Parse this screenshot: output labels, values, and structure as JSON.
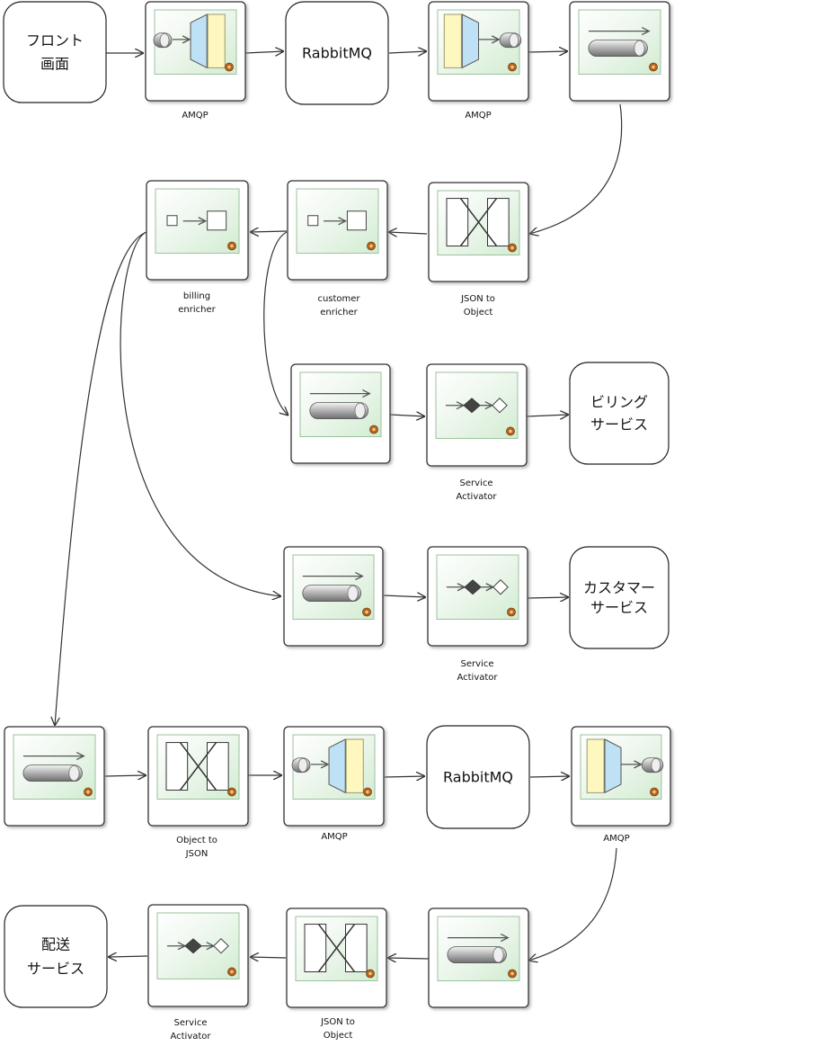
{
  "externals": {
    "front": [
      "フロント",
      "画面"
    ],
    "rabbit1": [
      "RabbitMQ"
    ],
    "billing_service": [
      "ビリング",
      "サービス"
    ],
    "customer_service": [
      "カスタマー",
      "サービス"
    ],
    "rabbit2": [
      "RabbitMQ"
    ],
    "delivery_service": [
      "配送",
      "サービス"
    ]
  },
  "labels": {
    "amqp_out_1": [
      "AMQP"
    ],
    "amqp_in_1": [
      "AMQP"
    ],
    "billing_enricher": [
      "billing",
      "enricher"
    ],
    "customer_enricher": [
      "customer",
      "enricher"
    ],
    "json_to_object_1": [
      "JSON to",
      "Object"
    ],
    "service_activator_billing": [
      "Service",
      "Activator"
    ],
    "service_activator_customer": [
      "Service",
      "Activator"
    ],
    "object_to_json": [
      "Object to",
      "JSON"
    ],
    "amqp_out_2": [
      "AMQP"
    ],
    "amqp_in_2": [
      "AMQP"
    ],
    "service_activator_delivery": [
      "Service",
      "Activator"
    ],
    "json_to_object_2": [
      "JSON to",
      "Object"
    ]
  }
}
